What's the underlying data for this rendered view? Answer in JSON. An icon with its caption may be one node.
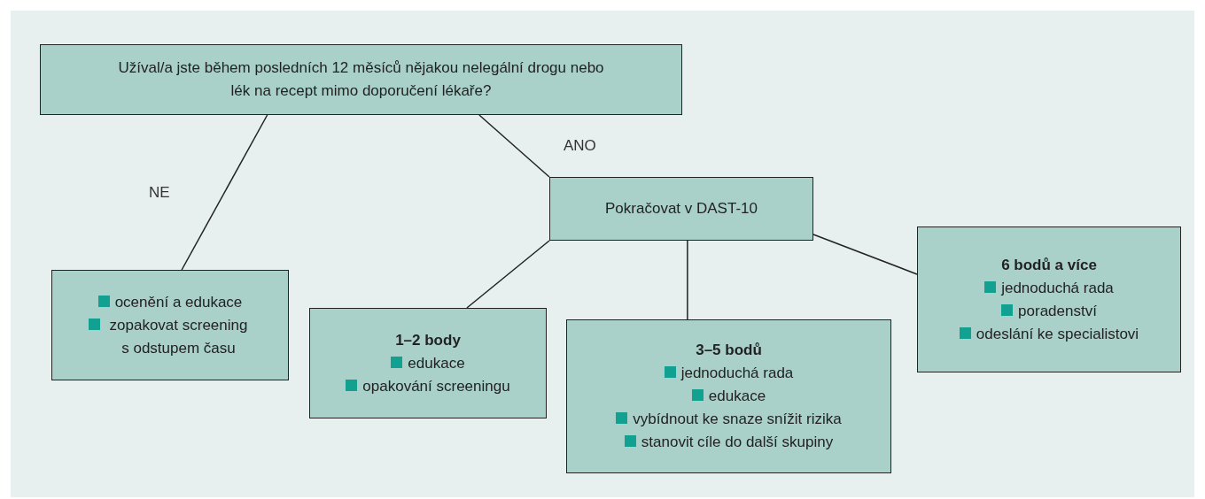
{
  "diagram": {
    "nodes": [
      {
        "text": [
          "Užíval/a jste během posledních 12 měsíců nějakou nelegální drogu nebo lék na recept mimo doporučení lékaře?"
        ]
      },
      {
        "text": [
          "Pokračovat v DAST-10"
        ]
      },
      {
        "text": [
          "ocenění a edukace",
          "zopakovat screening s odstupem času"
        ]
      },
      {
        "text": [
          "1–2 body",
          "edukace",
          "opakování screeningu"
        ]
      },
      {
        "text": [
          "3–5 bodů",
          "jednoduchá rada",
          "edukace",
          "vybídnout ke snaze snížit rizika",
          "stanovit cíle do další skupiny"
        ]
      },
      {
        "text": [
          "6 bodů a více",
          "jednoduchá rada",
          "poradenství",
          "odeslání ke specialistovi"
        ]
      }
    ],
    "edges": [
      {
        "from": 0,
        "to": 2,
        "arrow": "none",
        "label": "NE"
      },
      {
        "from": 0,
        "to": 1,
        "arrow": "none",
        "label": "ANO"
      },
      {
        "from": 1,
        "to": 3,
        "arrow": "none"
      },
      {
        "from": 1,
        "to": 4,
        "arrow": "none"
      },
      {
        "from": 1,
        "to": 5,
        "arrow": "none"
      }
    ]
  }
}
